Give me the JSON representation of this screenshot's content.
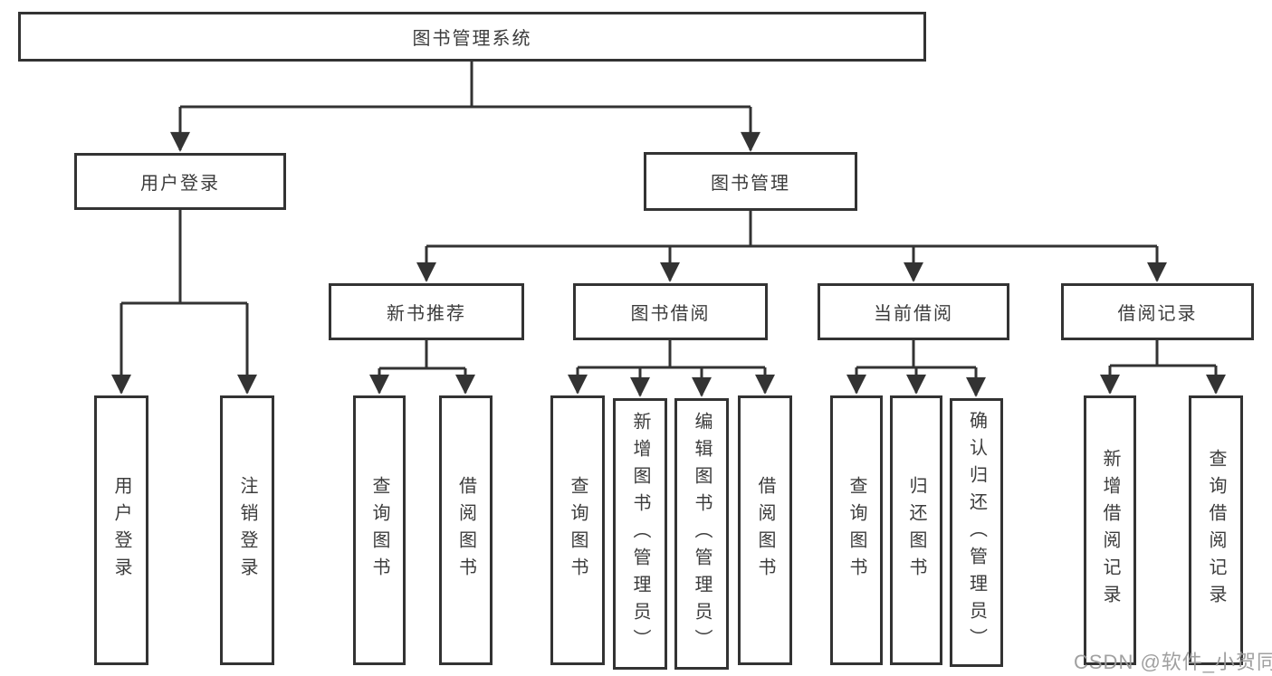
{
  "nodes": {
    "root": "图书管理系统",
    "user_login": "用户登录",
    "book_management": "图书管理",
    "new_books": "新书推荐",
    "book_borrowing": "图书借阅",
    "current_borrowing": "当前借阅",
    "borrowing_records": "借阅记录",
    "leaves": {
      "login": "用户登录",
      "logout": "注销登录",
      "nb_query": "查询图书",
      "nb_borrow": "借阅图书",
      "bb_query": "查询图书",
      "bb_add": "新增图书（管理员）",
      "bb_edit": "编辑图书（管理员）",
      "bb_borrow": "借阅图书",
      "cb_query": "查询图书",
      "cb_return": "归还图书",
      "cb_confirm": "确认归还（管理员）",
      "br_add": "新增借阅记录",
      "br_query": "查询借阅记录"
    }
  },
  "hierarchy": {
    "图书管理系统": {
      "用户登录": [
        "用户登录",
        "注销登录"
      ],
      "图书管理": {
        "新书推荐": [
          "查询图书",
          "借阅图书"
        ],
        "图书借阅": [
          "查询图书",
          "新增图书（管理员）",
          "编辑图书（管理员）",
          "借阅图书"
        ],
        "当前借阅": [
          "查询图书",
          "归还图书",
          "确认归还（管理员）"
        ],
        "借阅记录": [
          "新增借阅记录",
          "查询借阅记录"
        ]
      }
    }
  },
  "watermark": "CSDN @软件_小贺同学",
  "colors": {
    "line": "#333333",
    "box_border": "#333333",
    "text": "#3c3c3c",
    "background": "#ffffff",
    "watermark": "#9b9b9b"
  }
}
